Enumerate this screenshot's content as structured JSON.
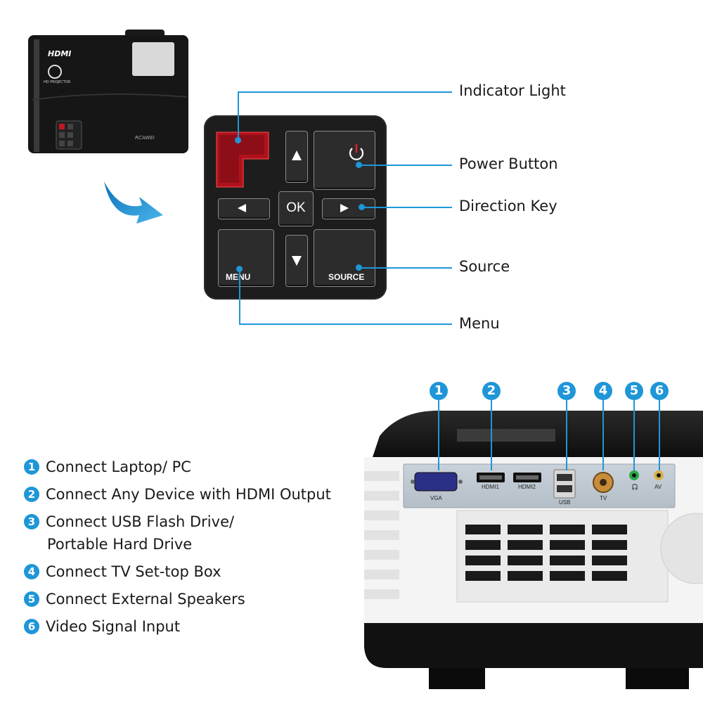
{
  "callouts": {
    "indicator": "Indicator Light",
    "power": "Power Button",
    "direction": "Direction Key",
    "source": "Source",
    "menu": "Menu"
  },
  "keypad": {
    "ok": "OK",
    "menu": "MENU",
    "source": "SOURCE"
  },
  "ports_list": [
    {
      "num": "1",
      "text": "Connect Laptop/ PC"
    },
    {
      "num": "2",
      "text": "Connect Any Device with HDMI Output"
    },
    {
      "num": "3",
      "text": "Connect USB Flash Drive/"
    },
    {
      "num": "",
      "text": "Portable Hard Drive"
    },
    {
      "num": "4",
      "text": "Connect TV Set-top Box"
    },
    {
      "num": "5",
      "text": "Connect External Speakers"
    },
    {
      "num": "6",
      "text": "Video Signal Input"
    }
  ],
  "port_labels": {
    "vga": "VGA",
    "hdmi1": "HDMI1",
    "hdmi2": "HDMI2",
    "usb": "USB",
    "tv": "TV",
    "av": "AV"
  },
  "pins": [
    "1",
    "2",
    "3",
    "4",
    "5",
    "6"
  ],
  "projector_small": {
    "hdmi_logo": "HDMI",
    "hd_text": "HD PROJECTOR",
    "brand": "RCAWEI"
  },
  "colors": {
    "accent": "#1e96d8",
    "indicator": "#c0181e"
  }
}
